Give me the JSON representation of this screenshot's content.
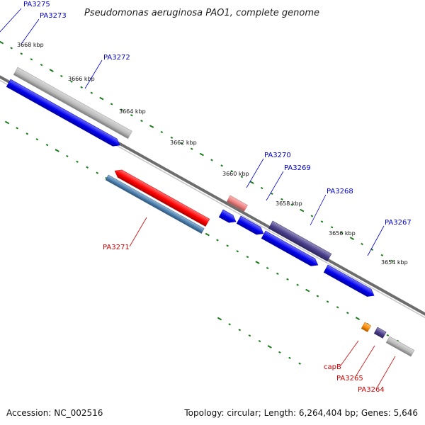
{
  "title": "Pseudomonas aeruginosa PAO1, complete genome",
  "footer": {
    "accession": "Accession: NC_002516",
    "topology": "Topology: circular; Length: 6,264,404 bp; Genes: 5,646"
  },
  "colors": {
    "forward_label": "#0000cc",
    "reverse_label": "#cc0000",
    "backbone": "#888888",
    "tick": "#1a7a1a"
  },
  "ticks": [
    {
      "label": "3668 kbp"
    },
    {
      "label": "3666 kbp"
    },
    {
      "label": "3664 kbp"
    },
    {
      "label": "3662 kbp"
    },
    {
      "label": "3660 kbp"
    },
    {
      "label": "3658 kbp"
    },
    {
      "label": "3656 kbp"
    },
    {
      "label": "3654 kbp"
    }
  ],
  "genes": [
    {
      "name": "PA3275",
      "strand": "forward",
      "color": "#0000ee"
    },
    {
      "name": "PA3273",
      "strand": "forward",
      "color": "#bbbbbb"
    },
    {
      "name": "PA3272",
      "strand": "forward",
      "color": "#0000ee"
    },
    {
      "name": "PA3271",
      "strand": "reverse",
      "color": "#ff0000"
    },
    {
      "name": "PA3271",
      "strand": "reverse",
      "color": "#4a7fb0"
    },
    {
      "name": "PA3270",
      "strand": "forward",
      "color": "#f08080"
    },
    {
      "name": "PA3269",
      "strand": "forward",
      "color": "#0000ee"
    },
    {
      "name": "PA3268",
      "strand": "forward",
      "color": "#483d8b"
    },
    {
      "name": "PA3267",
      "strand": "forward",
      "color": "#0000ee"
    },
    {
      "name": "capB",
      "strand": "reverse",
      "color": "#ff8c00"
    },
    {
      "name": "PA3265",
      "strand": "reverse",
      "color": "#483d8b"
    },
    {
      "name": "PA3264",
      "strand": "reverse",
      "color": "#bbbbbb"
    }
  ],
  "gene_labels": [
    {
      "name": "PA3275",
      "strand": "forward"
    },
    {
      "name": "PA3273",
      "strand": "forward"
    },
    {
      "name": "PA3272",
      "strand": "forward"
    },
    {
      "name": "PA3270",
      "strand": "forward"
    },
    {
      "name": "PA3269",
      "strand": "forward"
    },
    {
      "name": "PA3268",
      "strand": "forward"
    },
    {
      "name": "PA3267",
      "strand": "forward"
    },
    {
      "name": "PA3271",
      "strand": "reverse"
    },
    {
      "name": "capB",
      "strand": "reverse"
    },
    {
      "name": "PA3265",
      "strand": "reverse"
    },
    {
      "name": "PA3264",
      "strand": "reverse"
    }
  ]
}
